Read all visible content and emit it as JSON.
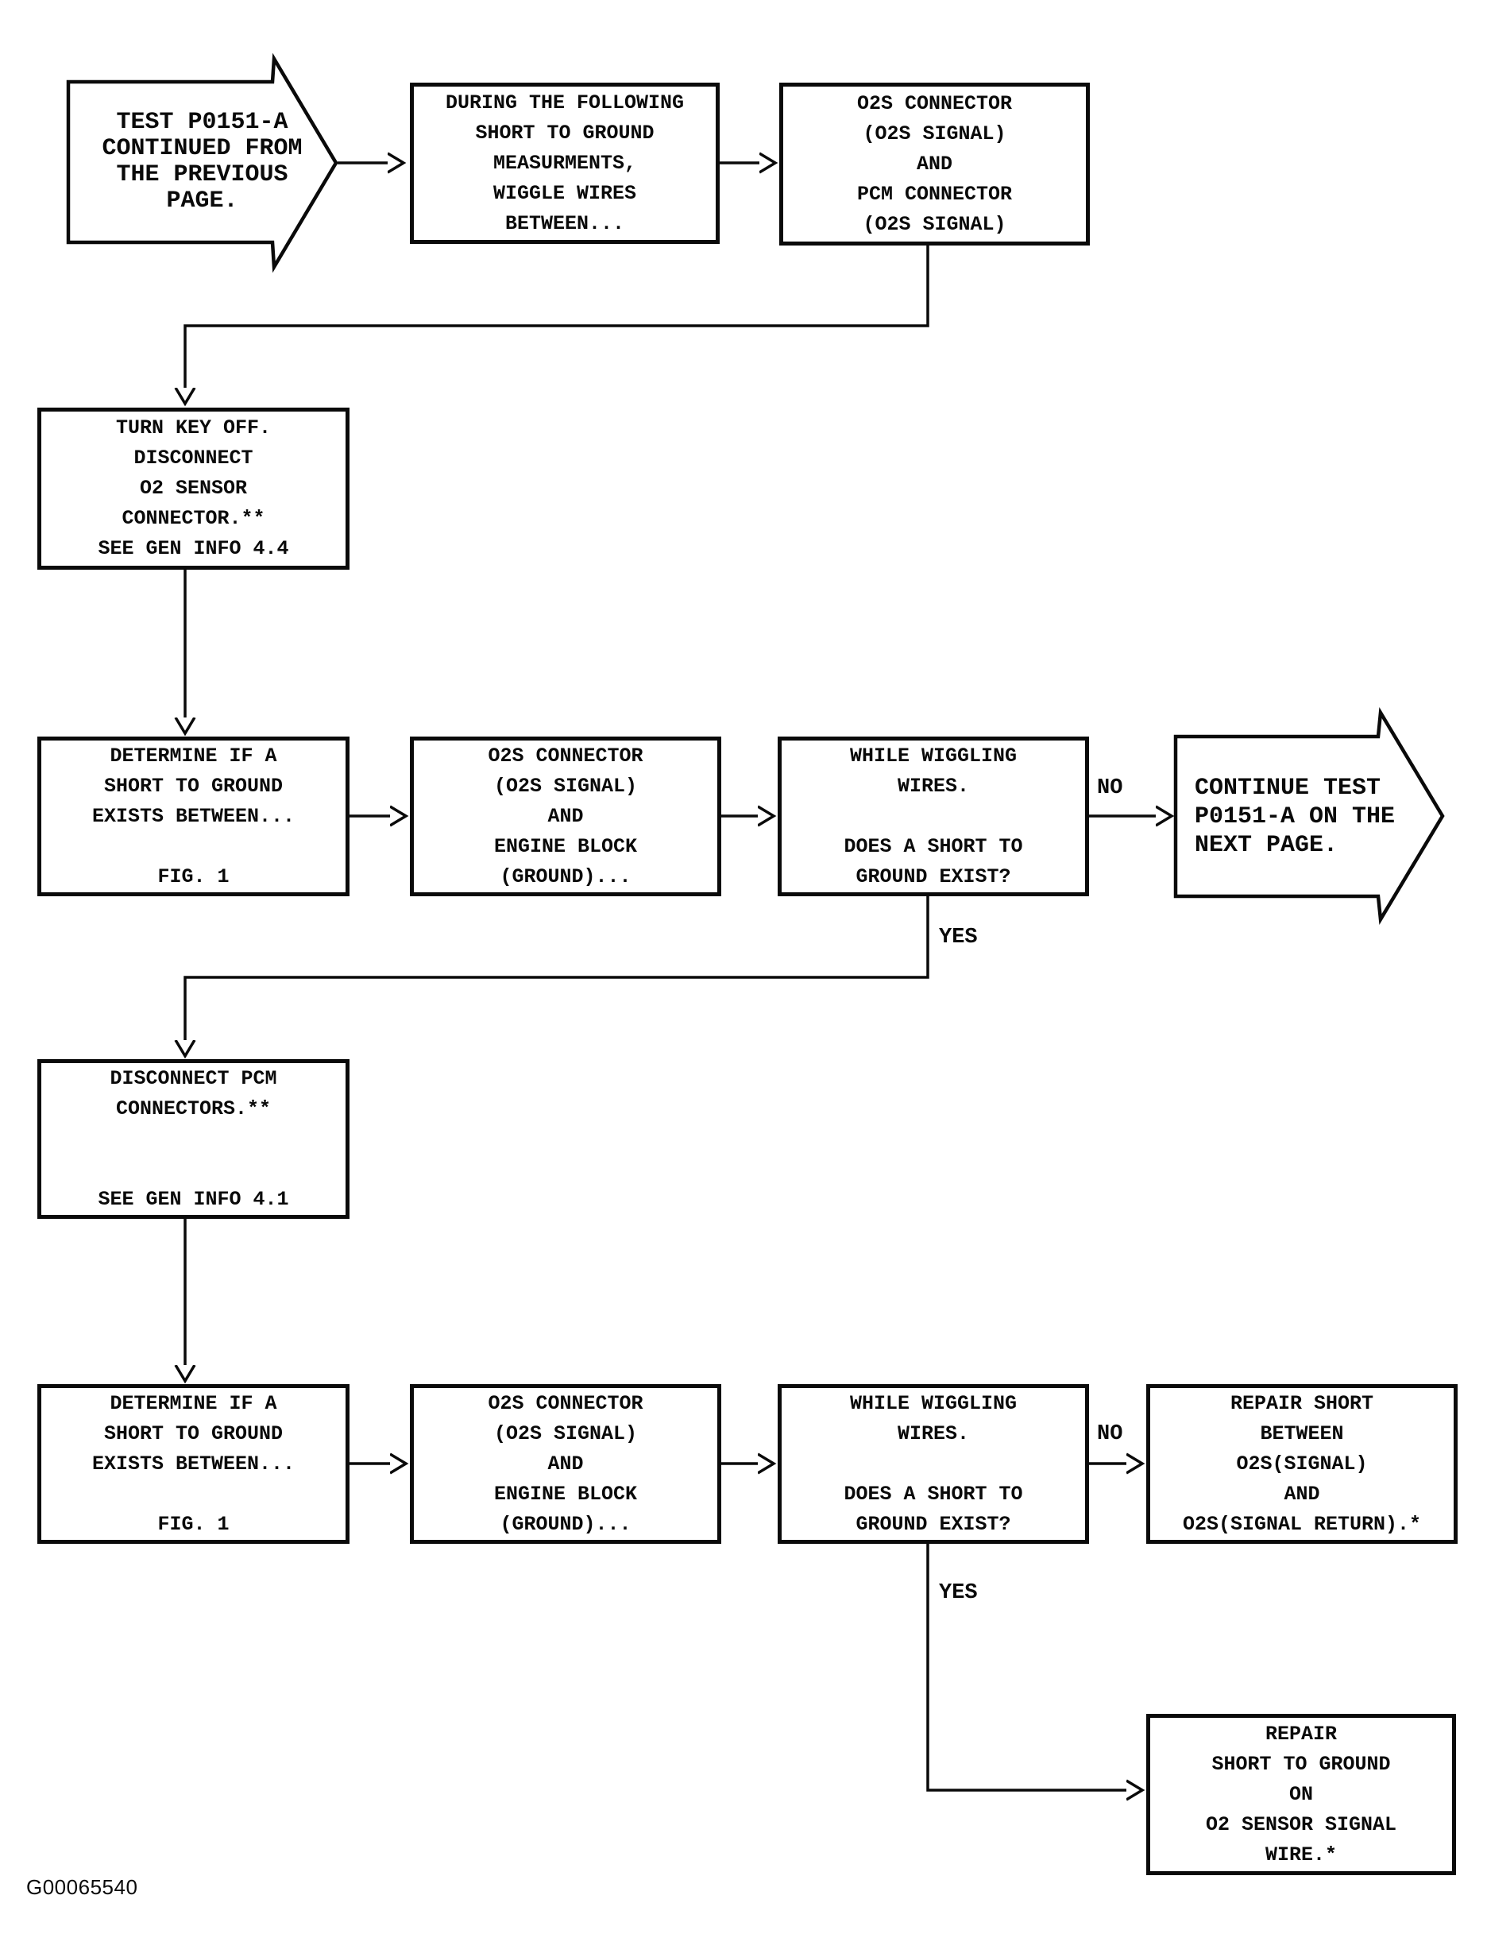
{
  "figure_id": "G00065540",
  "colors": {
    "ink": "#0a0a0a",
    "paper": "#ffffff"
  },
  "labels": {
    "yes": "YES",
    "no": "NO"
  },
  "nodes": {
    "start": {
      "lines": [
        "TEST P0151-A",
        "CONTINUED FROM",
        "THE PREVIOUS",
        "PAGE."
      ]
    },
    "during": {
      "lines": [
        "DURING THE FOLLOWING",
        "SHORT TO GROUND",
        "MEASURMENTS,",
        "WIGGLE WIRES",
        "BETWEEN..."
      ]
    },
    "o2s_pcm": {
      "lines": [
        "O2S CONNECTOR",
        "(O2S SIGNAL)",
        "AND",
        "PCM CONNECTOR",
        "(O2S SIGNAL)"
      ]
    },
    "turn_key": {
      "lines": [
        "TURN KEY OFF.",
        "DISCONNECT",
        "O2 SENSOR",
        "CONNECTOR.**",
        "SEE GEN INFO 4.4"
      ]
    },
    "determine1": {
      "lines": [
        "DETERMINE IF A",
        "SHORT TO GROUND",
        "EXISTS BETWEEN...",
        "",
        "FIG. 1"
      ]
    },
    "o2s_engine1": {
      "lines": [
        "O2S CONNECTOR",
        "(O2S SIGNAL)",
        "AND",
        "ENGINE BLOCK",
        "(GROUND)..."
      ]
    },
    "wiggle1": {
      "lines": [
        "WHILE WIGGLING",
        "WIRES.",
        "",
        "DOES A SHORT TO",
        "GROUND EXIST?"
      ]
    },
    "continue_next": {
      "lines": [
        "CONTINUE TEST",
        "P0151-A ON THE",
        "NEXT PAGE."
      ]
    },
    "disconnect_pcm": {
      "lines": [
        "DISCONNECT PCM",
        "CONNECTORS.**",
        "",
        "",
        "SEE GEN INFO 4.1"
      ]
    },
    "determine2": {
      "lines": [
        "DETERMINE IF A",
        "SHORT TO GROUND",
        "EXISTS BETWEEN...",
        "",
        "FIG. 1"
      ]
    },
    "o2s_engine2": {
      "lines": [
        "O2S CONNECTOR",
        "(O2S SIGNAL)",
        "AND",
        "ENGINE BLOCK",
        "(GROUND)..."
      ]
    },
    "wiggle2": {
      "lines": [
        "WHILE WIGGLING",
        "WIRES.",
        "",
        "DOES A SHORT TO",
        "GROUND EXIST?"
      ]
    },
    "repair_between": {
      "lines": [
        "REPAIR SHORT",
        "BETWEEN",
        "O2S(SIGNAL)",
        "AND",
        "O2S(SIGNAL RETURN).*"
      ]
    },
    "repair_ground": {
      "lines": [
        "REPAIR",
        "SHORT TO GROUND",
        "ON",
        "O2 SENSOR SIGNAL",
        "WIRE.*"
      ]
    }
  }
}
